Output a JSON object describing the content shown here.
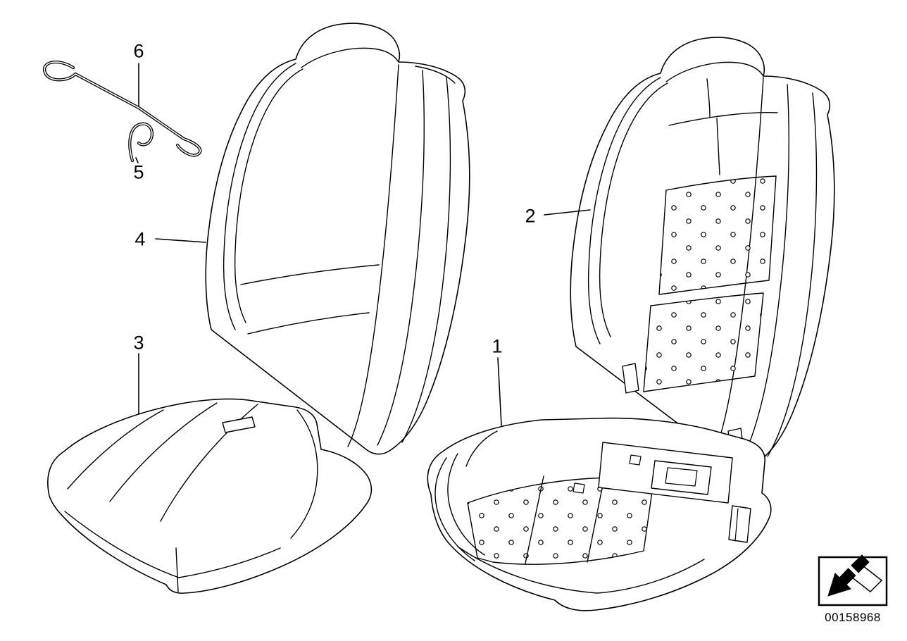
{
  "page": {
    "background_color": "#ffffff",
    "line_color": "#000000"
  },
  "callouts": [
    {
      "label": "1"
    },
    {
      "label": "2"
    },
    {
      "label": "3"
    },
    {
      "label": "4"
    },
    {
      "label": "5"
    },
    {
      "label": "6"
    }
  ],
  "footer": {
    "part_number": "00158968"
  },
  "icons": [
    {
      "name": "continuation-arrow-icon"
    }
  ]
}
